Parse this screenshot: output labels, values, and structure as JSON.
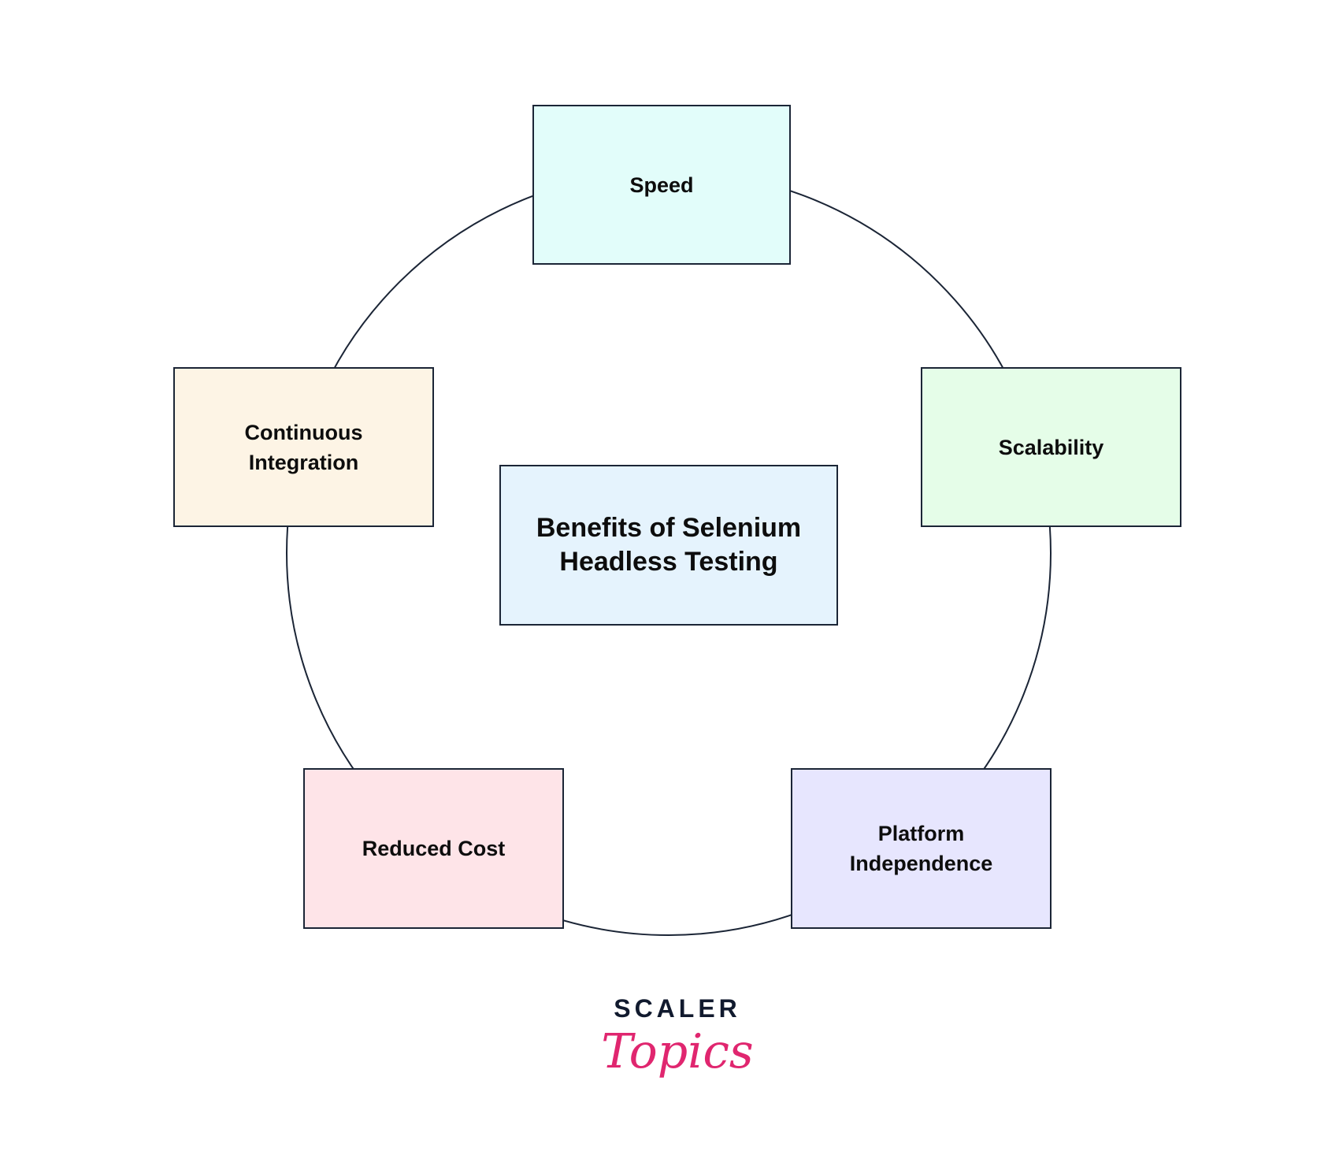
{
  "title": "Benefits of Selenium Headless Testing",
  "nodes": [
    {
      "id": "speed",
      "label": "Speed",
      "color": "#e2fdfa"
    },
    {
      "id": "scalability",
      "label": "Scalability",
      "color": "#e5fde8"
    },
    {
      "id": "platform",
      "label": "Platform Independence",
      "color": "#e7e6fe"
    },
    {
      "id": "cost",
      "label": "Reduced Cost",
      "color": "#fee4e8"
    },
    {
      "id": "ci",
      "label": "Continuous Integration",
      "color": "#fdf4e5"
    }
  ],
  "center_color": "#e5f3fd",
  "logo": {
    "brand": "SCALER",
    "sub": "Topics"
  }
}
